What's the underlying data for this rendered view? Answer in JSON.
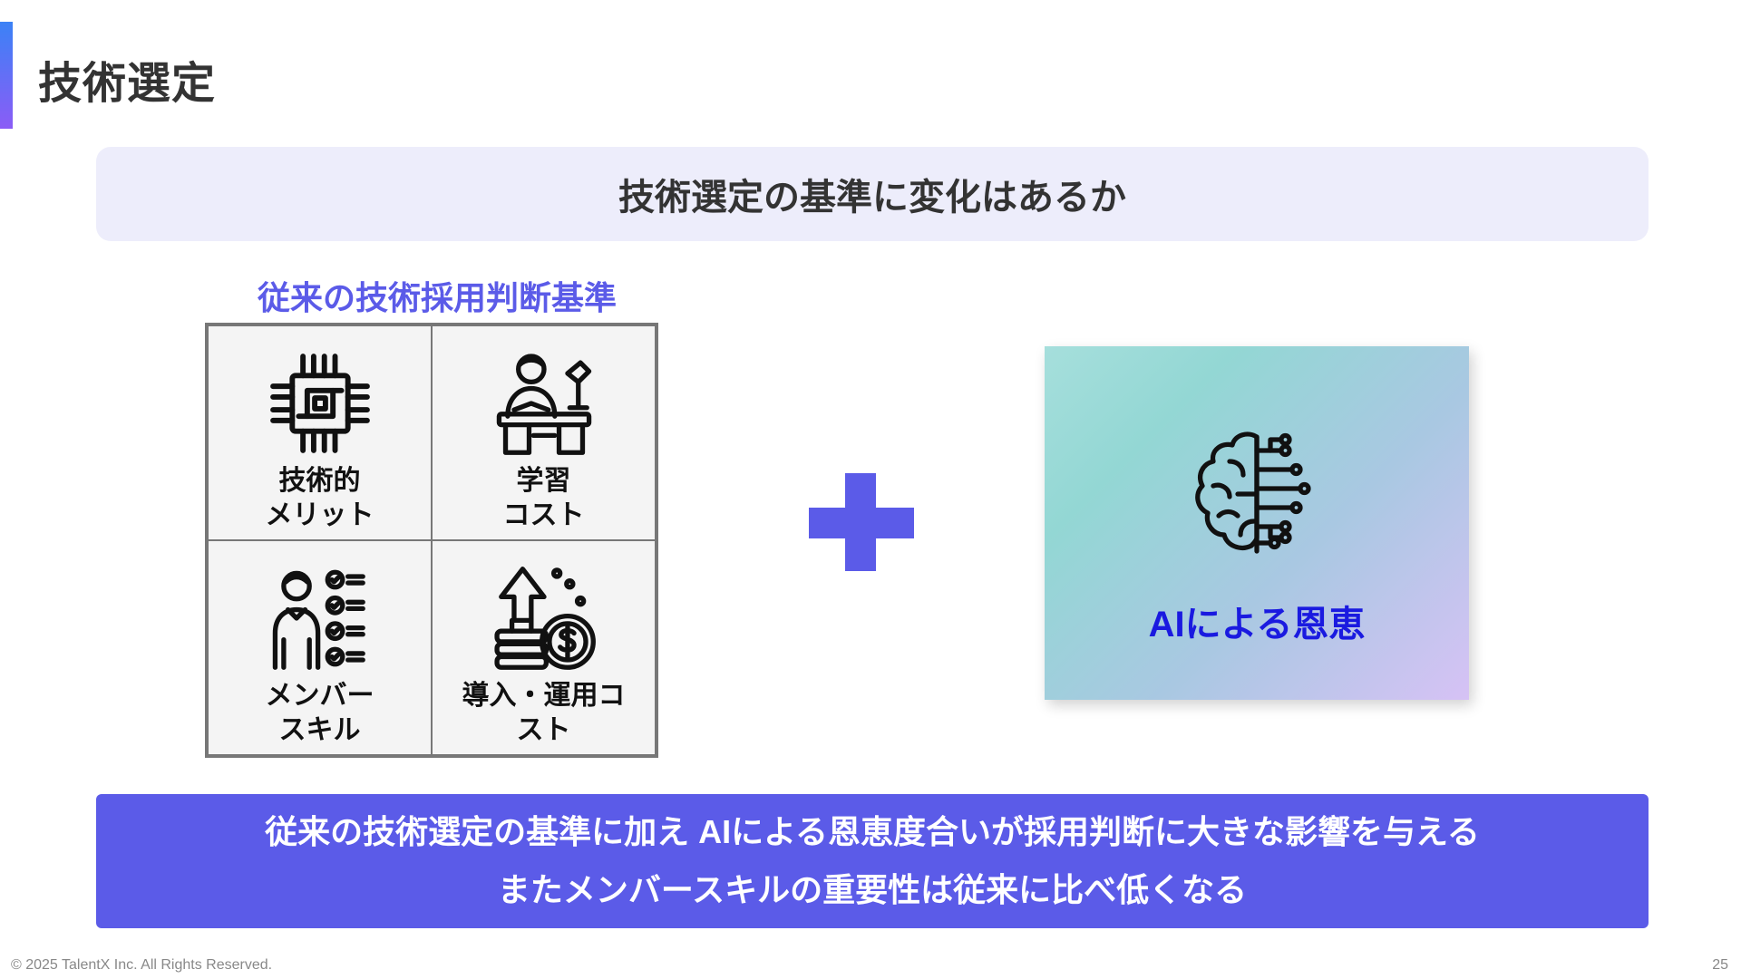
{
  "header": {
    "title": "技術選定"
  },
  "question": {
    "text": "技術選定の基準に変化はあるか"
  },
  "criteria": {
    "title": "従来の技術採用判断基準",
    "items": [
      {
        "label": "技術的\nメリット",
        "icon": "cpu-chip-icon"
      },
      {
        "label": "学習\nコスト",
        "icon": "student-studying-icon"
      },
      {
        "label": "メンバー\nスキル",
        "icon": "member-checklist-icon"
      },
      {
        "label": "導入・運用コ\nスト",
        "icon": "cost-coins-icon"
      }
    ]
  },
  "plus": {
    "icon": "plus-icon",
    "color": "#5b5be8"
  },
  "ai_card": {
    "label": "AIによる恩恵",
    "icon": "ai-brain-icon"
  },
  "conclusion": {
    "line1": "従来の技術選定の基準に加え AIによる恩恵度合いが採用判断に大きな影響を与える",
    "line2": "またメンバースキルの重要性は従来に比べ低くなる"
  },
  "footer": {
    "copyright": "© 2025 TalentX Inc. All Rights Reserved.",
    "page": "25"
  },
  "colors": {
    "accent": "#5b5be8",
    "ai_label": "#1a1ae0",
    "question_bg": "#ededfb"
  }
}
